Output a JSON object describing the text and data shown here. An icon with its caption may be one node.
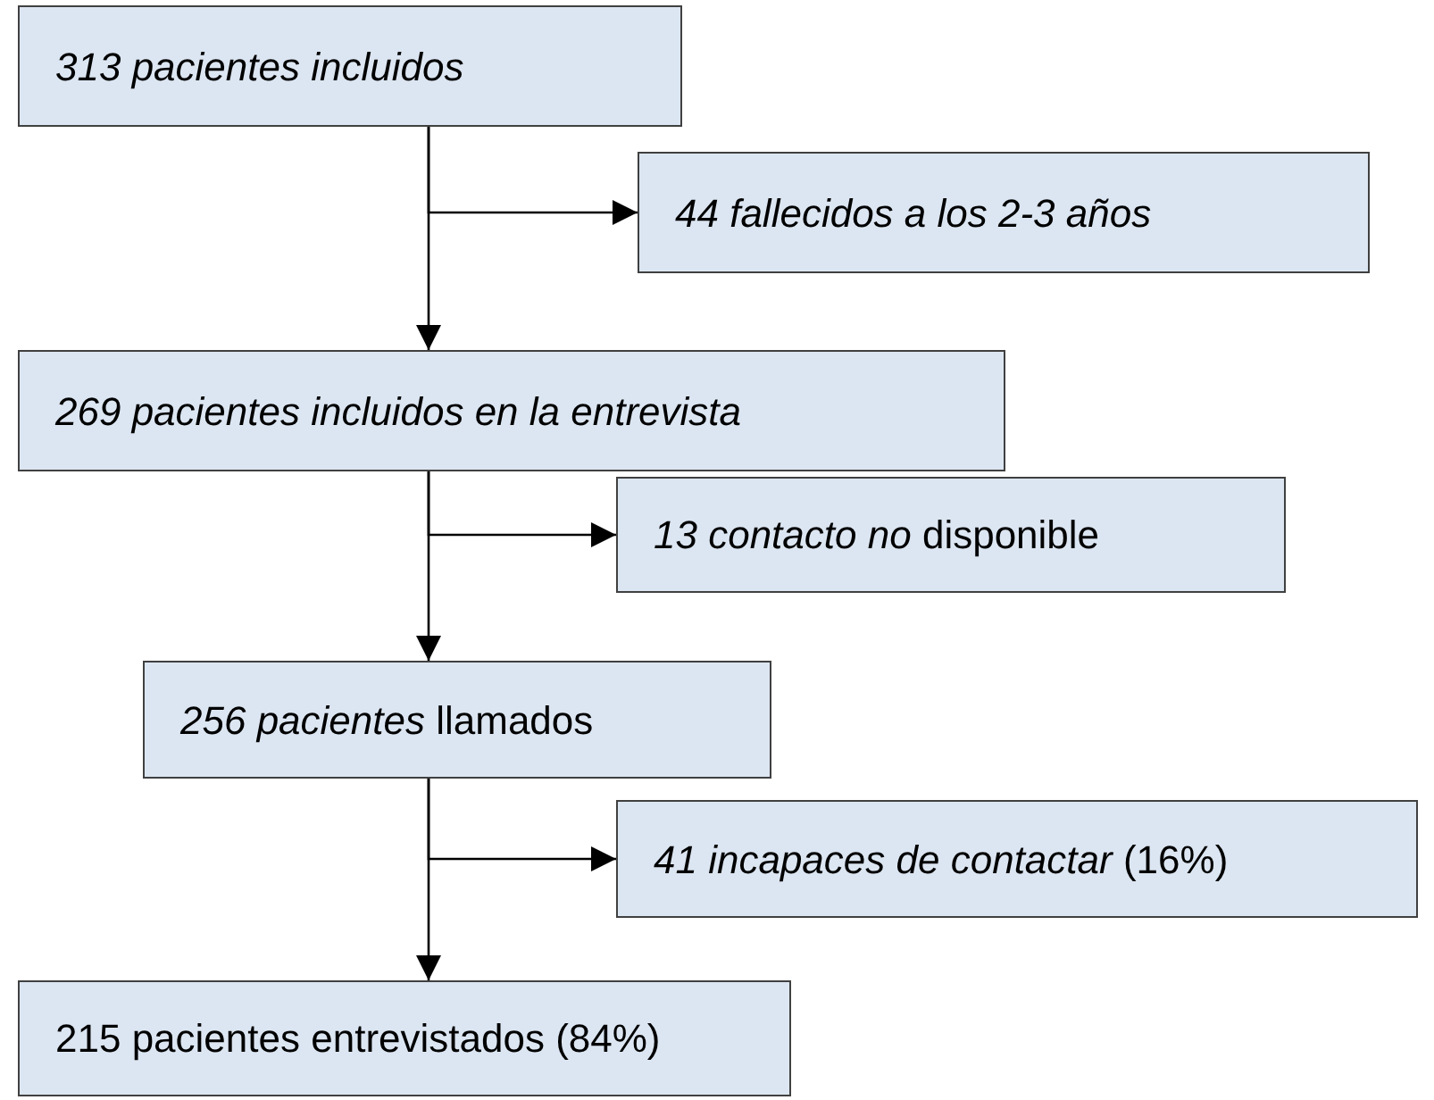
{
  "diagram": {
    "nodes": [
      {
        "text": [
          "313 pacientes incluidos"
        ]
      },
      {
        "text": [
          "44 fallecidos a los 2-3 años"
        ]
      },
      {
        "text": [
          "269 pacientes incluidos en la entrevista"
        ]
      },
      {
        "text": [
          "*13 contacto no* disponible"
        ]
      },
      {
        "text": [
          "*256 pacientes* llamados"
        ]
      },
      {
        "text": [
          "*41 incapaces de contactar* (16%)"
        ]
      },
      {
        "text": [
          "215 pacientes entrevistados (84%)"
        ]
      }
    ],
    "edges": [
      {
        "from": 0,
        "to": 2,
        "arrow": "to"
      },
      {
        "from": 0,
        "to": 1,
        "arrow": "to"
      },
      {
        "from": 2,
        "to": 4,
        "arrow": "to"
      },
      {
        "from": 2,
        "to": 3,
        "arrow": "to"
      },
      {
        "from": 4,
        "to": 6,
        "arrow": "to"
      },
      {
        "from": 4,
        "to": 5,
        "arrow": "to"
      }
    ]
  }
}
